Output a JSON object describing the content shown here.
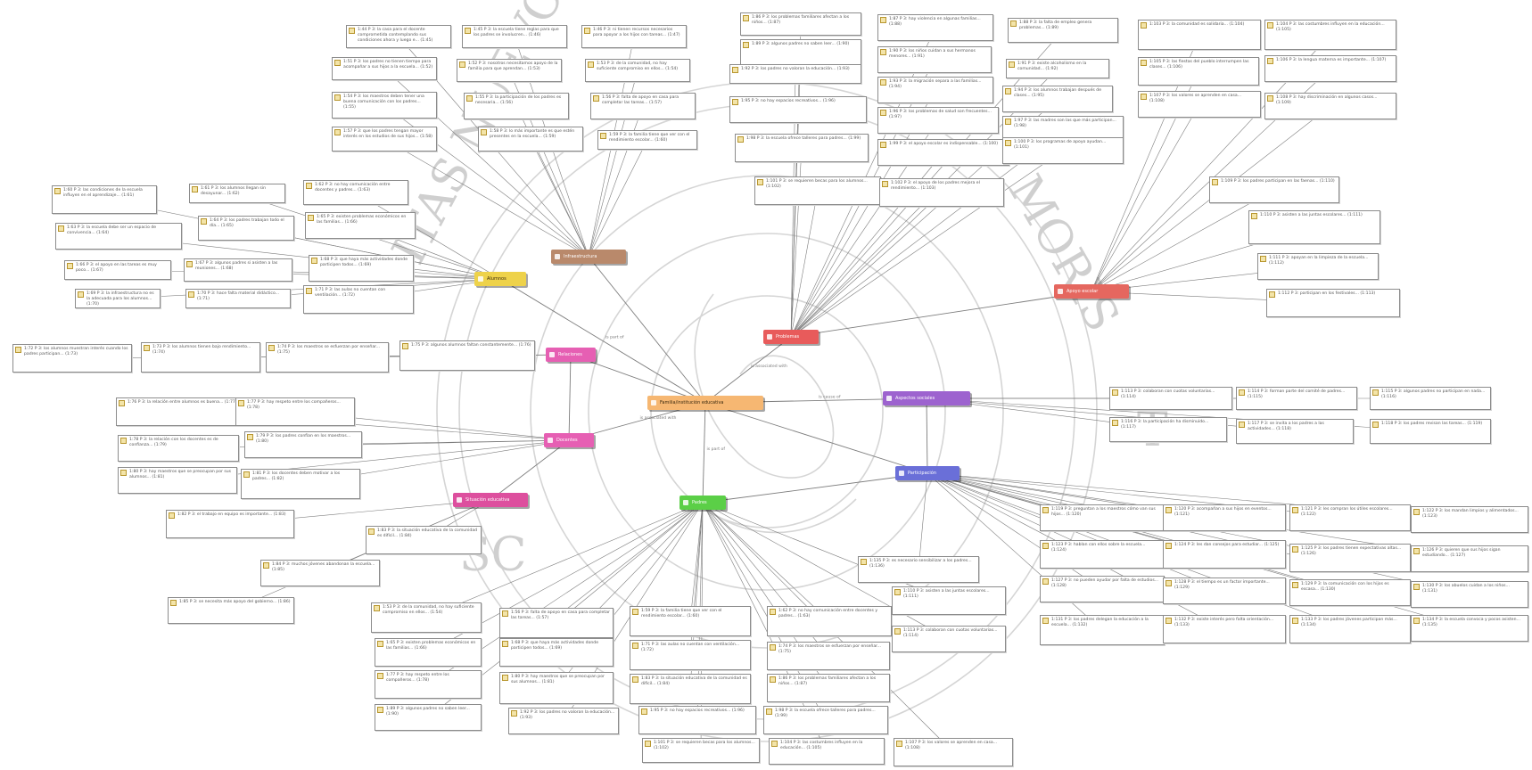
{
  "colors": {
    "edge": "#7d7d7d",
    "edge_strong": "#3a3a3a",
    "watermark": "#cfcfcf",
    "quote_border": "#8c8c8c",
    "center": "#f6b772",
    "tan": "#b9896b",
    "yellow": "#eed24a",
    "pink": "#e65fb3",
    "red": "#e85b5b",
    "salmon": "#e5675f",
    "purple": "#9d63cf",
    "blue": "#6a6fd8",
    "green": "#5bcf47",
    "magenta": "#dd4f9e"
  },
  "watermark": {
    "text_left": "ITAS NUEVO LEÓN",
    "text_right": "MORIS",
    "text_bottom": "SC",
    "letter_t": "T"
  },
  "codes": [
    {
      "id": "center",
      "label": "Familia/institución educativa",
      "color": "center",
      "dark": true
    },
    {
      "id": "tan",
      "label": "Infraestructura",
      "color": "tan"
    },
    {
      "id": "yellow",
      "label": "Alumnos",
      "color": "yellow",
      "dark": true
    },
    {
      "id": "pink1",
      "label": "Relaciones",
      "color": "pink"
    },
    {
      "id": "pink2",
      "label": "Docentes",
      "color": "pink"
    },
    {
      "id": "magenta",
      "label": "Situación educativa",
      "color": "magenta"
    },
    {
      "id": "red",
      "label": "Problemas",
      "color": "red"
    },
    {
      "id": "salmon",
      "label": "Apoyo escolar",
      "color": "salmon"
    },
    {
      "id": "purple",
      "label": "Aspectos sociales",
      "color": "purple"
    },
    {
      "id": "blue",
      "label": "Participación",
      "color": "blue"
    },
    {
      "id": "green",
      "label": "Padres",
      "color": "green"
    }
  ],
  "edge_labels": [
    {
      "id": "l1",
      "text": "is part of"
    },
    {
      "id": "l2",
      "text": "is associated with"
    },
    {
      "id": "l3",
      "text": "is cause of"
    },
    {
      "id": "l4",
      "text": "is part of"
    },
    {
      "id": "l5",
      "text": "is associated with"
    }
  ],
  "quotes": [
    {
      "id": "q1",
      "text": "1:44 P 3: la casa para el docente comprometida contemplando sus condiciones ahora y luego e... (1:45)"
    },
    {
      "id": "q2",
      "text": "1:45 P 3: la escuela tiene reglas para que los padres se involucren... (1:46)"
    },
    {
      "id": "q3",
      "text": "1:46 P 3: ni tienen recursos necesarios para apoyar a los hijos con tareas... (1:47)"
    },
    {
      "id": "q4",
      "text": "1:51 P 3: los padres no tienen tiempo para acompañar a sus hijos a la escuela... (1:52)"
    },
    {
      "id": "q5",
      "text": "1:52 P 3: nosotros necesitamos apoyo de la familia para que aprendan... (1:53)"
    },
    {
      "id": "q6",
      "text": "1:53 P 3: de la comunidad, no hay suficiente compromiso en ellos... (1:54)"
    },
    {
      "id": "q7",
      "text": "1:54 P 3: los maestros deben tener una buena comunicación con los padres... (1:55)"
    },
    {
      "id": "q8",
      "text": "1:55 P 3: la participación de los padres es necesaria... (1:56)"
    },
    {
      "id": "q9",
      "text": "1:56 P 3: falta de apoyo en casa para completar las tareas... (1:57)"
    },
    {
      "id": "q10",
      "text": "1:57 P 3: que los padres tengan mayor interés en los estudios de sus hijos... (1:58)"
    },
    {
      "id": "q11",
      "text": "1:58 P 3: lo más importante es que estén presentes en la escuela... (1:59)"
    },
    {
      "id": "q12",
      "text": "1:59 P 3: la familia tiene que ver con el rendimiento escolar... (1:60)"
    },
    {
      "id": "q13",
      "text": "1:60 P 3: las condiciones de la escuela influyen en el aprendizaje... (1:61)"
    },
    {
      "id": "q14",
      "text": "1:61 P 3: los alumnos llegan sin desayunar... (1:62)"
    },
    {
      "id": "q15",
      "text": "1:62 P 3: no hay comunicación entre docentes y padres... (1:63)"
    },
    {
      "id": "q16",
      "text": "1:63 P 3: la escuela debe ser un espacio de convivencia... (1:64)"
    },
    {
      "id": "q17",
      "text": "1:64 P 3: los padres trabajan todo el día... (1:65)"
    },
    {
      "id": "q18",
      "text": "1:65 P 3: existen problemas económicos en las familias... (1:66)"
    },
    {
      "id": "q19",
      "text": "1:66 P 3: el apoyo en las tareas es muy poco... (1:67)"
    },
    {
      "id": "q20",
      "text": "1:67 P 3: algunos padres si asisten a las reuniones... (1:68)"
    },
    {
      "id": "q21",
      "text": "1:68 P 3: que haya más actividades donde participen todos... (1:69)"
    },
    {
      "id": "q22",
      "text": "1:69 P 3: la infraestructura no es la adecuada para los alumnos... (1:70)"
    },
    {
      "id": "q23",
      "text": "1:70 P 3: hace falta material didáctico... (1:71)"
    },
    {
      "id": "q24",
      "text": "1:71 P 3: las aulas no cuentan con ventilación... (1:72)"
    },
    {
      "id": "q25",
      "text": "1:72 P 3: los alumnos muestran interés cuando los padres participan... (1:73)"
    },
    {
      "id": "q26",
      "text": "1:73 P 3: los alumnos tienen bajo rendimiento... (1:74)"
    },
    {
      "id": "q27",
      "text": "1:74 P 3: los maestros se esfuerzan por enseñar... (1:75)"
    },
    {
      "id": "q28",
      "text": "1:75 P 3: algunos alumnos faltan constantemente... (1:76)"
    },
    {
      "id": "q29",
      "text": "1:76 P 3: la relación entre alumnos es buena... (1:77)"
    },
    {
      "id": "q30",
      "text": "1:77 P 3: hay respeto entre los compañeros... (1:78)"
    },
    {
      "id": "q31",
      "text": "1:78 P 3: la relación con los docentes es de confianza... (1:79)"
    },
    {
      "id": "q32",
      "text": "1:79 P 3: los padres confían en los maestros... (1:80)"
    },
    {
      "id": "q33",
      "text": "1:80 P 3: hay maestros que se preocupan por sus alumnos... (1:81)"
    },
    {
      "id": "q34",
      "text": "1:81 P 3: los docentes deben motivar a los padres... (1:82)"
    },
    {
      "id": "q35",
      "text": "1:82 P 3: el trabajo en equipo es importante... (1:83)"
    },
    {
      "id": "q36",
      "text": "1:83 P 3: la situación educativa de la comunidad es difícil... (1:84)"
    },
    {
      "id": "q37",
      "text": "1:84 P 3: muchos jóvenes abandonan la escuela... (1:85)"
    },
    {
      "id": "q38",
      "text": "1:85 P 3: se necesita más apoyo del gobierno... (1:86)"
    },
    {
      "id": "q39",
      "text": "1:86 P 3: los problemas familiares afectan a los niños... (1:87)"
    },
    {
      "id": "q40",
      "text": "1:87 P 3: hay violencia en algunas familias... (1:88)"
    },
    {
      "id": "q41",
      "text": "1:88 P 3: la falta de empleo genera problemas... (1:89)"
    },
    {
      "id": "q42",
      "text": "1:89 P 3: algunos padres no saben leer... (1:90)"
    },
    {
      "id": "q43",
      "text": "1:90 P 3: los niños cuidan a sus hermanos menores... (1:91)"
    },
    {
      "id": "q44",
      "text": "1:91 P 3: existe alcoholismo en la comunidad... (1:92)"
    },
    {
      "id": "q45",
      "text": "1:92 P 3: los padres no valoran la educación... (1:93)"
    },
    {
      "id": "q46",
      "text": "1:93 P 3: la migración separa a las familias... (1:94)"
    },
    {
      "id": "q47",
      "text": "1:94 P 3: los alumnos trabajan después de clases... (1:95)"
    },
    {
      "id": "q48",
      "text": "1:95 P 3: no hay espacios recreativos... (1:96)"
    },
    {
      "id": "q49",
      "text": "1:96 P 3: los problemas de salud son frecuentes... (1:97)"
    },
    {
      "id": "q50",
      "text": "1:97 P 3: las madres son las que más participan... (1:98)"
    },
    {
      "id": "q51",
      "text": "1:98 P 3: la escuela ofrece talleres para padres... (1:99)"
    },
    {
      "id": "q52",
      "text": "1:99 P 3: el apoyo escolar es indispensable... (1:100)"
    },
    {
      "id": "q53",
      "text": "1:100 P 3: los programas de apoyo ayudan... (1:101)"
    },
    {
      "id": "q54",
      "text": "1:101 P 3: se requieren becas para los alumnos... (1:102)"
    },
    {
      "id": "q55",
      "text": "1:102 P 3: el apoyo de los padres mejora el rendimiento... (1:103)"
    },
    {
      "id": "q56",
      "text": "1:103 P 3: la comunidad es solidaria... (1:104)"
    },
    {
      "id": "q57",
      "text": "1:104 P 3: las costumbres influyen en la educación... (1:105)"
    },
    {
      "id": "q58",
      "text": "1:105 P 3: las fiestas del pueblo interrumpen las clases... (1:106)"
    },
    {
      "id": "q59",
      "text": "1:106 P 3: la lengua materna es importante... (1:107)"
    },
    {
      "id": "q60",
      "text": "1:107 P 3: los valores se aprenden en casa... (1:108)"
    },
    {
      "id": "q61",
      "text": "1:108 P 3: hay discriminación en algunos casos... (1:109)"
    },
    {
      "id": "q62",
      "text": "1:109 P 3: los padres participan en las faenas... (1:110)"
    },
    {
      "id": "q63",
      "text": "1:110 P 3: asisten a las juntas escolares... (1:111)"
    },
    {
      "id": "q64",
      "text": "1:111 P 3: apoyan en la limpieza de la escuela... (1:112)"
    },
    {
      "id": "q65",
      "text": "1:112 P 3: participan en los festivales... (1:113)"
    },
    {
      "id": "q66",
      "text": "1:113 P 3: colaboran con cuotas voluntarias... (1:114)"
    },
    {
      "id": "q67",
      "text": "1:114 P 3: forman parte del comité de padres... (1:115)"
    },
    {
      "id": "q68",
      "text": "1:115 P 3: algunos padres no participan en nada... (1:116)"
    },
    {
      "id": "q69",
      "text": "1:116 P 3: la participación ha disminuido... (1:117)"
    },
    {
      "id": "q70",
      "text": "1:117 P 3: se invita a los padres a las actividades... (1:118)"
    },
    {
      "id": "q71",
      "text": "1:118 P 3: los padres revisan las tareas... (1:119)"
    },
    {
      "id": "q72",
      "text": "1:119 P 3: preguntan a los maestros cómo van sus hijos... (1:120)"
    },
    {
      "id": "q73",
      "text": "1:120 P 3: acompañan a sus hijos en eventos... (1:121)"
    },
    {
      "id": "q74",
      "text": "1:121 P 3: les compran los útiles escolares... (1:122)"
    },
    {
      "id": "q75",
      "text": "1:122 P 3: los mandan limpios y alimentados... (1:123)"
    },
    {
      "id": "q76",
      "text": "1:123 P 3: hablan con ellos sobre la escuela... (1:124)"
    },
    {
      "id": "q77",
      "text": "1:124 P 3: les dan consejos para estudiar... (1:125)"
    },
    {
      "id": "q78",
      "text": "1:125 P 3: los padres tienen expectativas altas... (1:126)"
    },
    {
      "id": "q79",
      "text": "1:126 P 3: quieren que sus hijos sigan estudiando... (1:127)"
    },
    {
      "id": "q80",
      "text": "1:127 P 3: no pueden ayudar por falta de estudios... (1:128)"
    },
    {
      "id": "q81",
      "text": "1:128 P 3: el tiempo es un factor importante... (1:129)"
    },
    {
      "id": "q82",
      "text": "1:129 P 3: la comunicación con los hijos es escasa... (1:130)"
    },
    {
      "id": "q83",
      "text": "1:130 P 3: los abuelos cuidan a los niños... (1:131)"
    },
    {
      "id": "q84",
      "text": "1:131 P 3: los padres delegan la educación a la escuela... (1:132)"
    },
    {
      "id": "q85",
      "text": "1:132 P 3: existe interés pero falta orientación... (1:133)"
    },
    {
      "id": "q86",
      "text": "1:133 P 3: los padres jóvenes participan más... (1:134)"
    },
    {
      "id": "q87",
      "text": "1:134 P 3: la escuela convoca y pocos asisten... (1:135)"
    },
    {
      "id": "q88",
      "text": "1:135 P 3: es necesario sensibilizar a los padres... (1:136)"
    }
  ]
}
